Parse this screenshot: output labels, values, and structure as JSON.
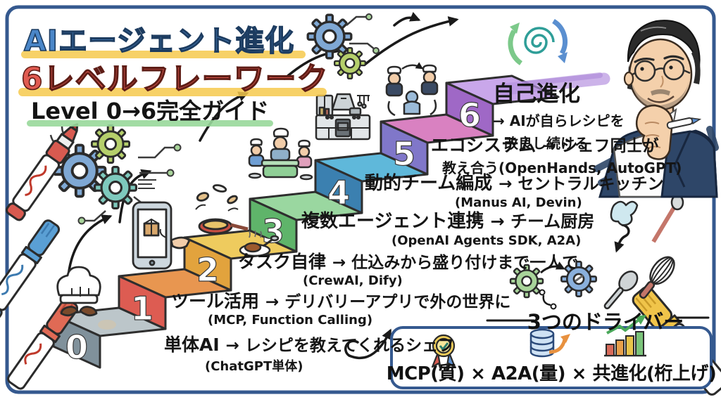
{
  "title": {
    "line1": "AIエージェント進化",
    "line2": "6レベルフレーワーク",
    "line3": "Level 0→6完全ガイド"
  },
  "levels": [
    {
      "num": "0",
      "keyword": "単体AI",
      "rest": "→ レシピを教えてくれるシェフ",
      "sub": "(ChatGPT単体)"
    },
    {
      "num": "1",
      "keyword": "ツール活用",
      "rest": "→ デリバリーアプリで外の世界に",
      "sub": "(MCP, Function Calling)"
    },
    {
      "num": "2",
      "keyword": "タスク自律",
      "rest": "→ 仕込みから盛り付けまで一人で",
      "sub": "(CrewAI, Dify)"
    },
    {
      "num": "3",
      "keyword": "複数エージェント連携",
      "rest": "→ チーム厨房",
      "sub": "(OpenAI Agents SDK, A2A)"
    },
    {
      "num": "4",
      "keyword": "動的チーム編成",
      "rest": "→ セントラルキッチン",
      "sub": "(Manus AI, Devin)"
    },
    {
      "num": "5",
      "keyword": "エコシステム",
      "rest": "→ シェフ同士が",
      "line2": "教え合う(OpenHands, AutoGPT)"
    },
    {
      "num": "6",
      "keyword": "自己進化",
      "line2": "→ AIが自らレシピを",
      "line3": "改良し続ける"
    }
  ],
  "drivers": {
    "title": "3つのドライバー",
    "formula": "MCP(質) × A2A(量) × 共進化(桁上げ)"
  },
  "colors": {
    "border": "#35598f",
    "title_blue": "#4a86c8",
    "title_red": "#e05a50",
    "underline_yellow": "#f6c94c",
    "underline_green": "#98d89a",
    "swoosh_purple": "#b793e0",
    "steps": [
      {
        "front": "#80919b",
        "top": "#bcc6ca"
      },
      {
        "front": "#dd5c52",
        "top": "#e89650"
      },
      {
        "front": "#e2a33d",
        "top": "#eecb5e"
      },
      {
        "front": "#5fb46a",
        "top": "#9ad7a0"
      },
      {
        "front": "#3b80b0",
        "top": "#5fb8da"
      },
      {
        "front": "#8077c9",
        "top": "#d981c1"
      },
      {
        "front": "#9f68c6",
        "top": "#c9a7ea"
      }
    ]
  },
  "icons": {
    "gears": "gear wheels with circuit lines",
    "chef_hat": "chef hat with mustache",
    "smartphone": "delivery app phone with hand",
    "frying_pan": "frying pan tossing food",
    "curry_plate": "curry plate with spoon",
    "cooking_chefs": "three chefs cooking a pot",
    "kitchen_counter": "kitchen counter with hood",
    "sharing_chefs": "chefs teaching each other",
    "spiral_growth": "spiral with recycle arrows",
    "markers": "whiteboard marker pens",
    "utensils": "cloth, ladle, spoon, whisk",
    "medal": "quality medal with check",
    "database_arrow": "database with rising arrow",
    "bar_chart_arrow": "growing bar chart with arrow",
    "portrait": "thinking man with glasses and pen"
  }
}
